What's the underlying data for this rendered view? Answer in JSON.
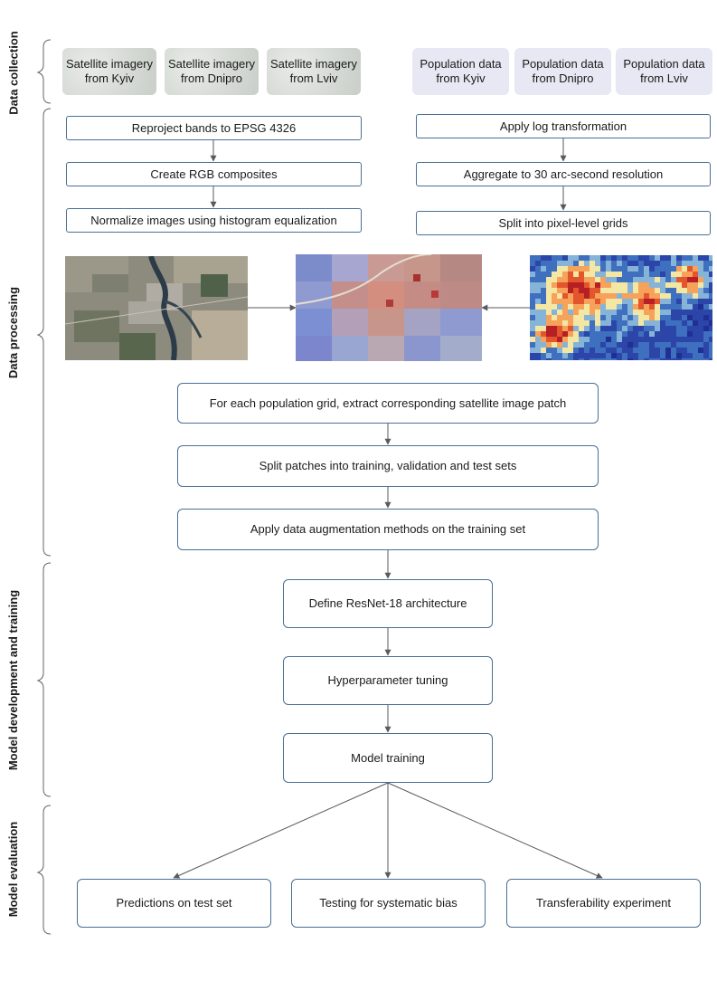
{
  "stages": {
    "collection": "Data collection",
    "processing": "Data processing",
    "model": "Model development and training",
    "evaluation": "Model evaluation"
  },
  "sources": {
    "sat_kyiv": "Satellite imagery from Kyiv",
    "sat_dnipro": "Satellite imagery from Dnipro",
    "sat_lviv": "Satellite imagery from Lviv",
    "pop_kyiv": "Population data from Kyiv",
    "pop_dnipro": "Population data from Dnipro",
    "pop_lviv": "Population data from Lviv"
  },
  "processing": {
    "reproject": "Reproject bands to EPSG 4326",
    "rgb": "Create RGB composites",
    "normalize": "Normalize images using histogram equalization",
    "log": "Apply log transformation",
    "aggregate": "Aggregate to 30 arc-second resolution",
    "split_grid": "Split into pixel-level grids",
    "extract": "For each population grid, extract corresponding satellite image patch",
    "split_sets": "Split patches into training, validation and test sets",
    "augment": "Apply data augmentation methods on the training set"
  },
  "model": {
    "define": "Define ResNet-18 architecture",
    "tuning": "Hyperparameter tuning",
    "training": "Model training"
  },
  "evaluation": {
    "predictions": "Predictions on test set",
    "bias": "Testing for systematic bias",
    "transfer": "Transferability experiment"
  },
  "images": {
    "satellite": "satellite-image",
    "overlay": "overlay-image",
    "population": "population-heatmap"
  },
  "colors": {
    "box_border": "#4a6f96",
    "arrow": "#5a5a5a",
    "pop_fill": "#e7e8f3",
    "sat_fill": "#d4d9d3"
  }
}
